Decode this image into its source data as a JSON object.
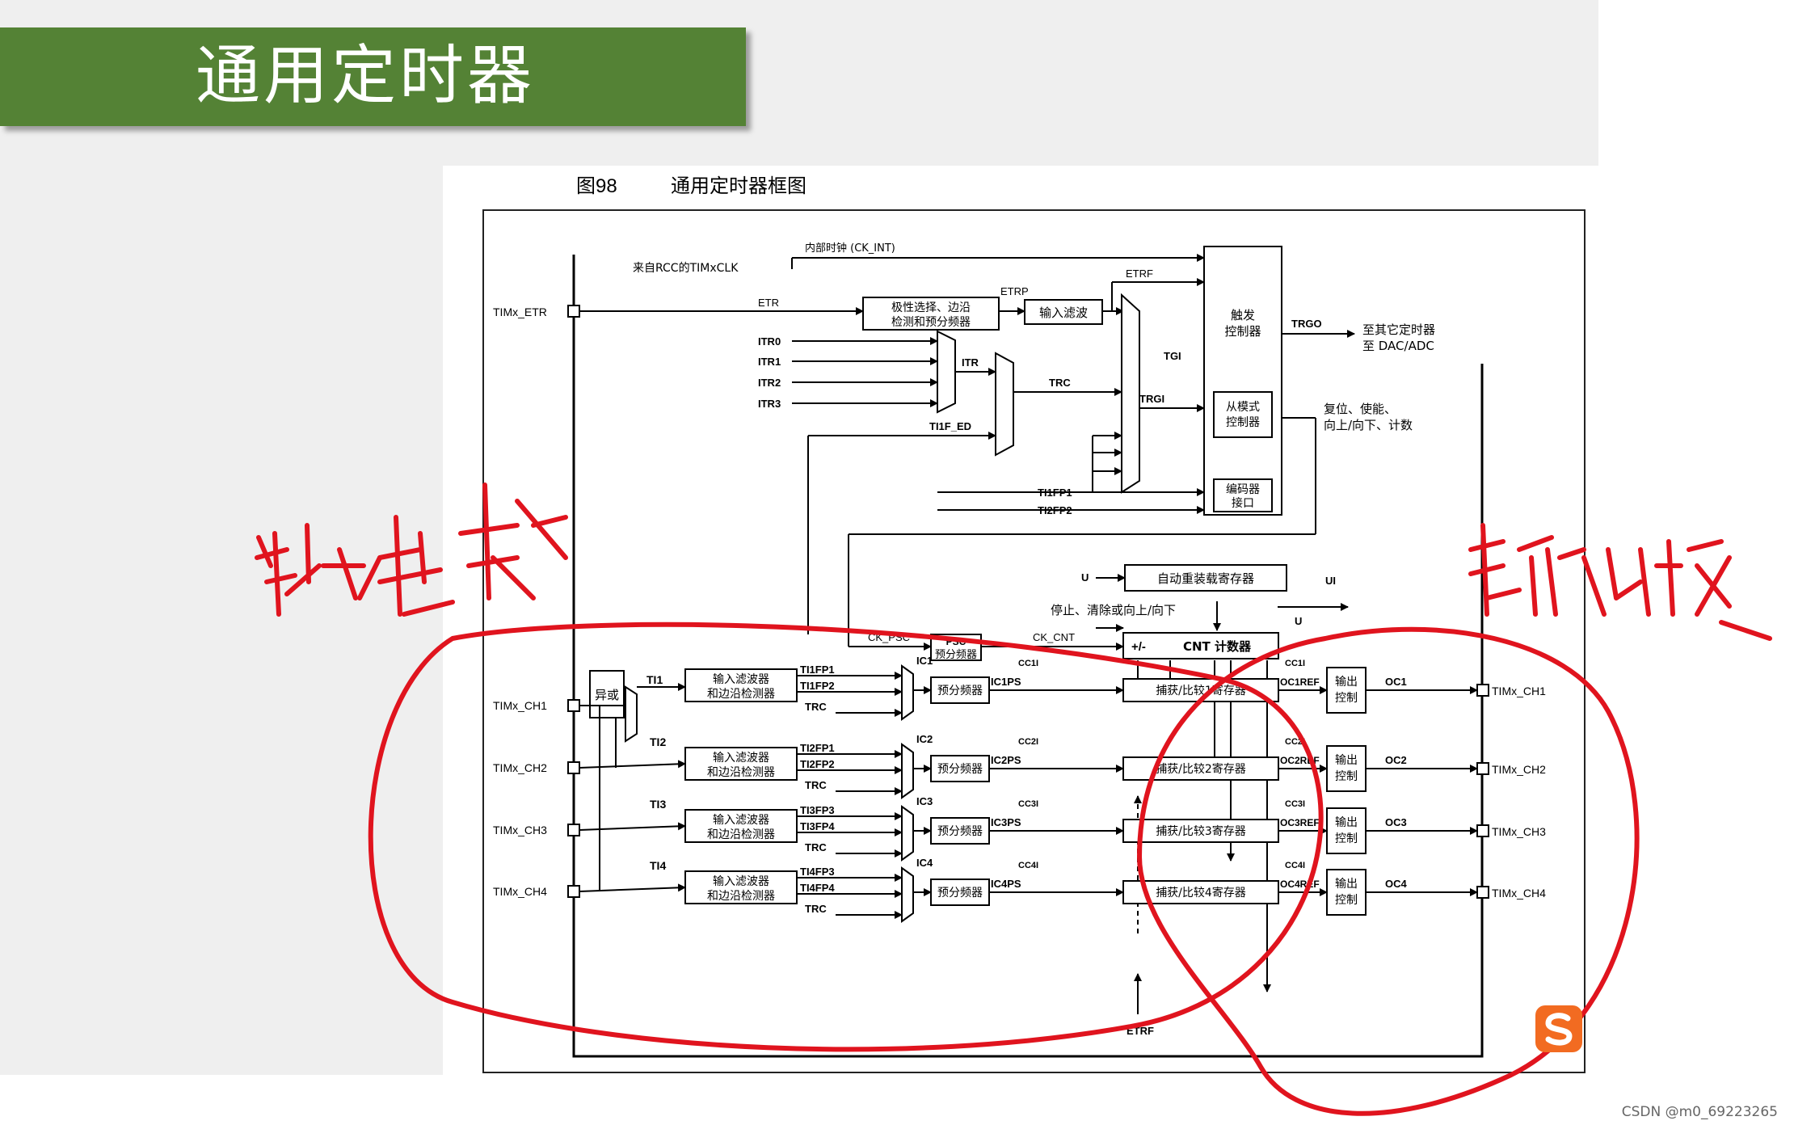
{
  "slide": {
    "title": "通用定时器"
  },
  "figure": {
    "caption_num": "图98",
    "caption_title": "通用定时器框图",
    "inputs_left": [
      "TIMx_ETR",
      "TIMx_CH1",
      "TIMx_CH2",
      "TIMx_CH3",
      "TIMx_CH4"
    ],
    "outputs_right": [
      "TIMx_CH1",
      "TIMx_CH2",
      "TIMx_CH3",
      "TIMx_CH4"
    ],
    "top_labels": {
      "ck_int": "内部时钟 (CK_INT)",
      "rcc": "来自RCC的TIMxCLK",
      "etr": "ETR",
      "etrp": "ETRP",
      "etrf": "ETRF",
      "itr": [
        "ITR0",
        "ITR1",
        "ITR2",
        "ITR3"
      ],
      "itr_out": "ITR",
      "trc": "TRC",
      "ti1f_ed": "TI1F_ED",
      "tgi": "TGI",
      "trgi": "TRGI",
      "trgo": "TRGO",
      "ti1fp1": "TI1FP1",
      "ti2fp2": "TI2FP2",
      "to_timer1": "至其它定时器",
      "to_timer2": "至 DAC/ADC",
      "reset1": "复位、使能、",
      "reset2": "向上/向下、计数"
    },
    "blocks": {
      "polarity1": "极性选择、边沿",
      "polarity2": "检测和预分频器",
      "input_filter": "输入滤波",
      "trigger1": "触发",
      "trigger2": "控制器",
      "slave1": "从模式",
      "slave2": "控制器",
      "encoder1": "编码器",
      "encoder2": "接口",
      "arr": "自动重装载寄存器",
      "stop_clear": "停止、清除或向上/向下",
      "psc1": "PSC",
      "psc2": "预分频器",
      "ck_psc": "CK_PSC",
      "ck_cnt": "CK_CNT",
      "cnt_pm": "+/-",
      "cnt": "CNT 计数器",
      "xor": "异或",
      "filter1": "输入滤波器",
      "filter2": "和边沿检测器",
      "prescaler": "预分频器",
      "out1": "输出",
      "out2": "控制",
      "u": "U",
      "ui": "UI",
      "etrf_bottom": "ETRF"
    },
    "channels": [
      {
        "ti": "TI1",
        "fpa": "TI1FP1",
        "fpb": "TI1FP2",
        "trc": "TRC",
        "ic": "IC1",
        "icps": "IC1PS",
        "cci": "CC1I",
        "reg": "捕获/比较1寄存器",
        "ocref": "OC1REF",
        "oc": "OC1"
      },
      {
        "ti": "TI2",
        "fpa": "TI2FP1",
        "fpb": "TI2FP2",
        "trc": "TRC",
        "ic": "IC2",
        "icps": "IC2PS",
        "cci": "CC2I",
        "reg": "捕获/比较2寄存器",
        "ocref": "OC2REF",
        "oc": "OC2"
      },
      {
        "ti": "TI3",
        "fpa": "TI3FP3",
        "fpb": "TI3FP4",
        "trc": "TRC",
        "ic": "IC3",
        "icps": "IC3PS",
        "cci": "CC3I",
        "reg": "捕获/比较3寄存器",
        "ocref": "OC3REF",
        "oc": "OC3"
      },
      {
        "ti": "TI4",
        "fpa": "TI4FP3",
        "fpb": "TI4FP4",
        "trc": "TRC",
        "ic": "IC4",
        "icps": "IC4PS",
        "cci": "CC4I",
        "reg": "捕获/比较4寄存器",
        "ocref": "OC4REF",
        "oc": "OC4"
      }
    ]
  },
  "annotations": {
    "left_handwriting": "输入捕获",
    "right_handwriting": "输出比较",
    "ink_color": "#e0141e"
  },
  "watermark": "CSDN @m0_69223265",
  "icons": {
    "sogou": "sogou-ime-icon"
  }
}
